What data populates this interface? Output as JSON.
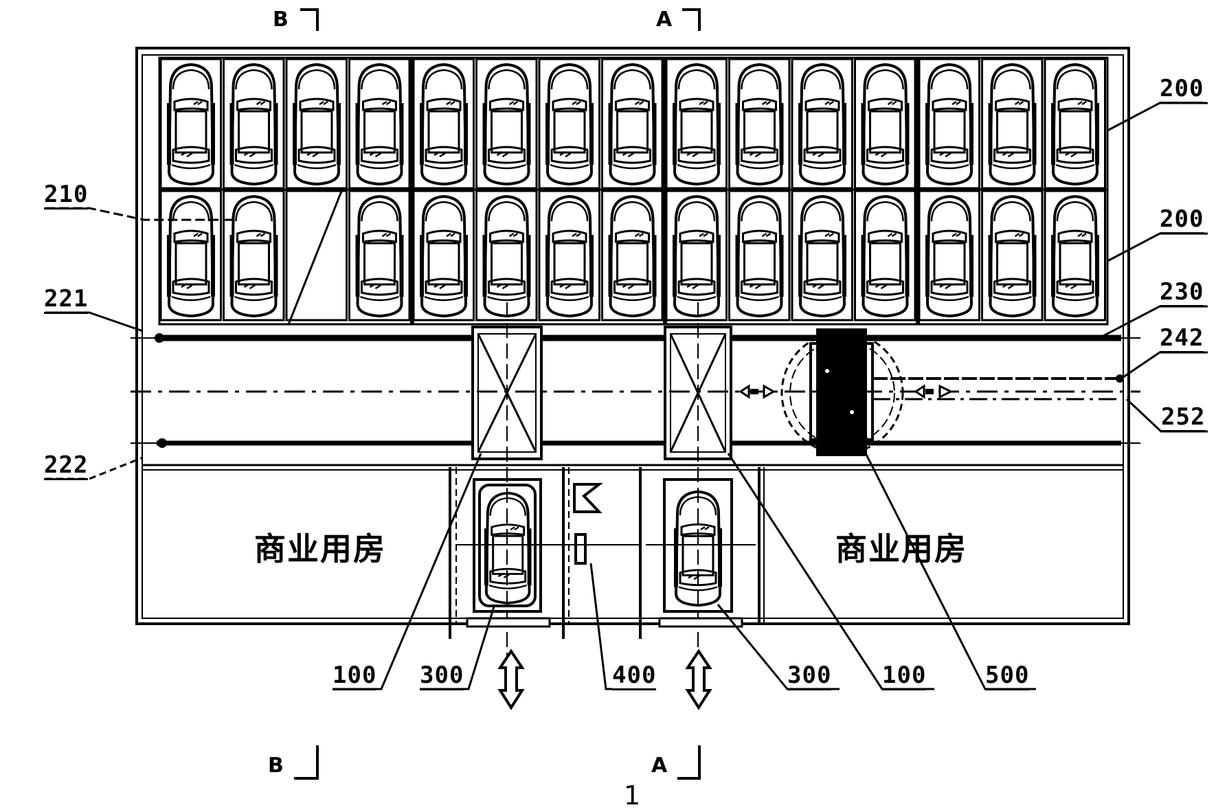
{
  "figure": {
    "number": "1",
    "type": "plan view of automated parking garage"
  },
  "section_marks": {
    "top_b": "B",
    "top_a": "A",
    "bottom_b": "B",
    "bottom_a": "A"
  },
  "rooms": {
    "left": "商业用房",
    "right": "商业用房"
  },
  "reference_labels": {
    "r200_top": "200",
    "r200_mid": "200",
    "r230": "230",
    "r242": "242",
    "r252": "252",
    "r210": "210",
    "r221": "221",
    "r222": "222",
    "r100_left": "100",
    "r300_left": "300",
    "r400": "400",
    "r300_right": "300",
    "r100_right": "100",
    "r500": "500"
  },
  "parking": {
    "rows": 2,
    "columns": 15,
    "row1_occupied": [
      1,
      1,
      1,
      1,
      1,
      1,
      1,
      1,
      1,
      1,
      1,
      1,
      1,
      1,
      1
    ],
    "row2_occupied": [
      1,
      1,
      0,
      1,
      1,
      1,
      1,
      1,
      1,
      1,
      1,
      1,
      1,
      1,
      1
    ]
  },
  "colors": {
    "ink": "#000000",
    "paper": "#ffffff"
  }
}
